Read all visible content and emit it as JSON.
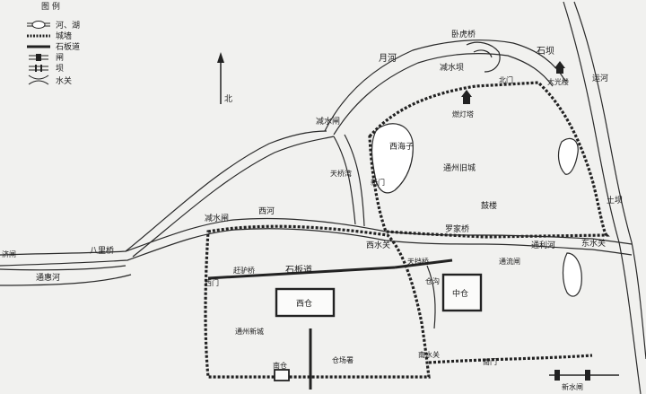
{
  "legend": {
    "title": "图 例",
    "items": [
      {
        "symbol": "river-lake",
        "label": "河、湖"
      },
      {
        "symbol": "city-wall",
        "label": "城墙"
      },
      {
        "symbol": "stone-road",
        "label": "石板道"
      },
      {
        "symbol": "sluice",
        "label": "闸"
      },
      {
        "symbol": "dam",
        "label": "坝"
      },
      {
        "symbol": "water-gate",
        "label": "水关"
      }
    ]
  },
  "north": {
    "label": "北"
  },
  "labels": {
    "wohuqiao": "卧虎桥",
    "yuehe": "月河",
    "jianshuiba": "减水坝",
    "shiba": "石坝",
    "dagaungou": "大光楼",
    "beimen": "北门",
    "randengta": "燃灯塔",
    "jianshuizha_top": "减水闸",
    "xihaizi": "西海子",
    "tianqiaowan": "天桥湾",
    "xinmen": "新门",
    "tongzhoujiucheng": "通州旧城",
    "gulou": "鼓楼",
    "yunhe": "运河",
    "tuba": "土坝",
    "jianshuizha": "减水闸",
    "xihe": "西河",
    "xishuiguan": "西水关",
    "luojiaqiao": "罗家桥",
    "tonglihe": "通利河",
    "dongshuiguan": "东水关",
    "jiguanzha": "济闸",
    "balizqiao": "八里桥",
    "tonghuihe": "通惠河",
    "tiandangqiao": "天挡桥",
    "tongliuzha": "通流闸",
    "zhaoluqiao": "赶驴桥",
    "shibandao": "石板道",
    "ximen": "西门",
    "xicang": "西仓",
    "zhongcang": "中仓",
    "canggou": "仓沟",
    "tongzhouxincheng": "通州新城",
    "nanshuiguan": "南水关",
    "nanmen": "南门",
    "nancang": "南仓",
    "cangchangshu": "仓场署",
    "bottom_right": "新水闸"
  }
}
